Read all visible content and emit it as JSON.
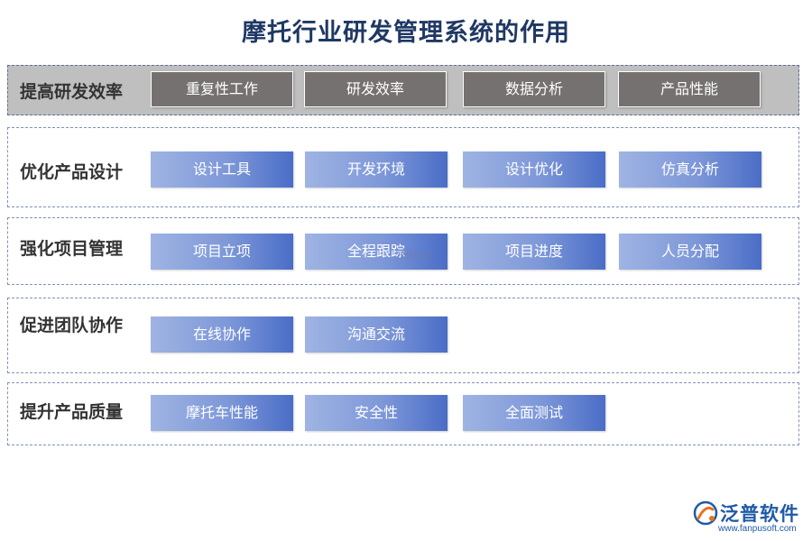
{
  "title": "摩托行业研发管理系统的作用",
  "sections": [
    {
      "label": "提高研发效率",
      "items": [
        "重复性工作",
        "研发效率",
        "数据分析",
        "产品性能"
      ]
    },
    {
      "label": "优化产品设计",
      "items": [
        "设计工具",
        "开发环境",
        "设计优化",
        "仿真分析"
      ]
    },
    {
      "label": "强化项目管理",
      "items": [
        "项目立项",
        "全程跟踪",
        "项目进度",
        "人员分配"
      ]
    },
    {
      "label": "促进团队协作",
      "items": [
        "在线协作",
        "沟通交流"
      ]
    },
    {
      "label": "提升产品质量",
      "items": [
        "摩托车性能",
        "安全性",
        "全面测试"
      ]
    }
  ],
  "watermark": "泛普软件",
  "logo": {
    "name": "泛普软件",
    "url": "www.fanpusoft.com"
  },
  "colors": {
    "title": "#1f3864",
    "dark_tag": "#767171",
    "blue_tag_end": "#4a6dc7",
    "blue_tag_start": "#9fb4e3",
    "highlight_band": "#bfbfbf",
    "brand": "#1f5aa8"
  }
}
